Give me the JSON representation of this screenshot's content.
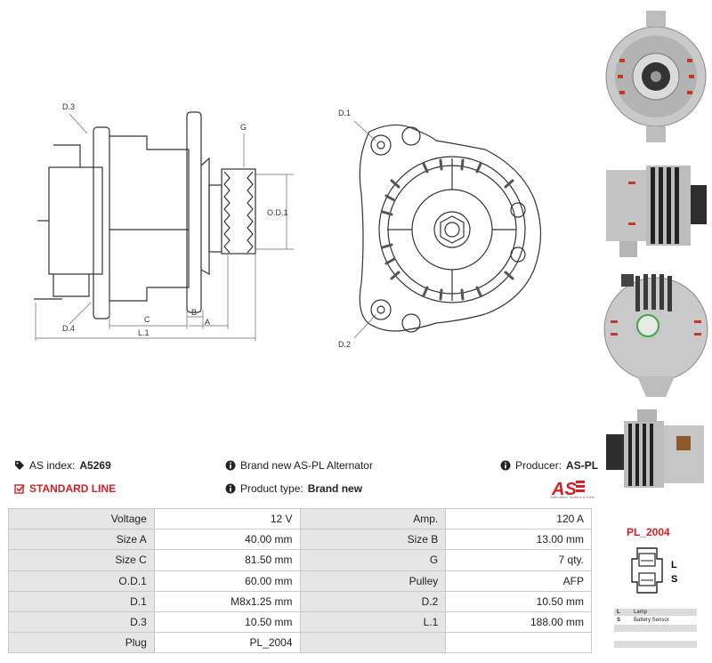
{
  "dimension_labels": {
    "d3": "D.3",
    "d4": "D.4",
    "g": "G",
    "od1": "O.D.1",
    "c": "C",
    "b": "B",
    "a": "A",
    "l1": "L.1",
    "d1": "D.1",
    "d2": "D.2"
  },
  "info": {
    "index_label": "AS index:",
    "index_value": "A5269",
    "line": "STANDARD LINE",
    "brand_text": "Brand new AS-PL Alternator",
    "type_label": "Product type:",
    "type_value": "Brand new",
    "producer_label": "Producer:",
    "producer_value": "AS-PL"
  },
  "logo": {
    "text": "AS",
    "subtitle": "Alternators, Starters & Parts"
  },
  "specs": [
    {
      "k1": "Voltage",
      "v1": "12 V",
      "k2": "Amp.",
      "v2": "120 A"
    },
    {
      "k1": "Size A",
      "v1": "40.00 mm",
      "k2": "Size B",
      "v2": "13.00 mm"
    },
    {
      "k1": "Size C",
      "v1": "81.50 mm",
      "k2": "G",
      "v2": "7 qty."
    },
    {
      "k1": "O.D.1",
      "v1": "60.00 mm",
      "k2": "Pulley",
      "v2": "AFP"
    },
    {
      "k1": "D.1",
      "v1": "M8x1.25 mm",
      "k2": "D.2",
      "v2": "10.50 mm"
    },
    {
      "k1": "D.3",
      "v1": "10.50 mm",
      "k2": "L.1",
      "v2": "188.00 mm"
    },
    {
      "k1": "Plug",
      "v1": "PL_2004",
      "k2": "",
      "v2": ""
    }
  ],
  "plug": {
    "title": "PL_2004",
    "pin_l": "L",
    "pin_s": "S",
    "legend": [
      {
        "key": "L",
        "desc": "Lamp"
      },
      {
        "key": "S",
        "desc": "Battery Sensor"
      },
      {
        "key": "",
        "desc": ""
      },
      {
        "key": "",
        "desc": ""
      },
      {
        "key": "",
        "desc": ""
      }
    ]
  },
  "colors": {
    "accent_red": "#d32027",
    "table_key_bg": "#e6e6e6",
    "border": "#c9c9c9"
  }
}
